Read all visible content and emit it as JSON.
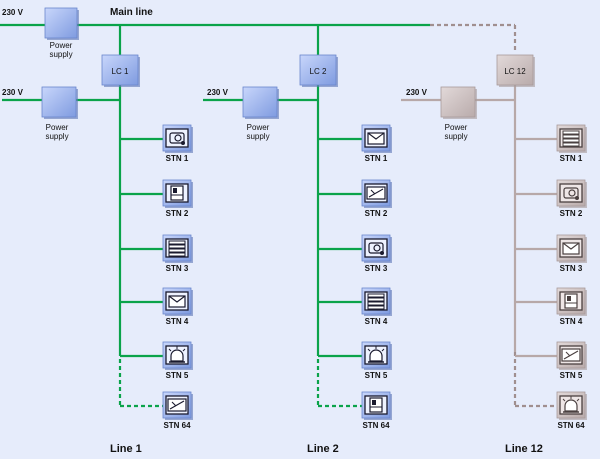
{
  "main_line_label": "Main line",
  "colors": {
    "green": "#0aa34a",
    "faded": "#b7a8a8",
    "faded_dash": "#a08f8f",
    "box": "#8ea8e6",
    "box_faded": "#c9bdbd",
    "background": "#e6ecfb"
  },
  "top_supply": {
    "voltage": "230 V",
    "label": [
      "Power",
      "supply"
    ]
  },
  "lines": [
    {
      "name": "Line 1",
      "controller": "LC 1",
      "voltage": "230 V",
      "supply_label": [
        "Power",
        "supply"
      ],
      "faded": false,
      "stations": [
        {
          "label": "STN 1",
          "icon": "camera-icon"
        },
        {
          "label": "STN 2",
          "icon": "detector-icon"
        },
        {
          "label": "STN 3",
          "icon": "stack-icon"
        },
        {
          "label": "STN 4",
          "icon": "envelope-icon"
        },
        {
          "label": "STN 5",
          "icon": "alarm-light-icon"
        },
        {
          "label": "STN 64",
          "icon": "panel-icon",
          "dashed": true
        }
      ]
    },
    {
      "name": "Line 2",
      "controller": "LC 2",
      "voltage": "230 V",
      "supply_label": [
        "Power",
        "supply"
      ],
      "faded": false,
      "stations": [
        {
          "label": "STN 1",
          "icon": "envelope-icon"
        },
        {
          "label": "STN 2",
          "icon": "panel-icon"
        },
        {
          "label": "STN 3",
          "icon": "camera-icon"
        },
        {
          "label": "STN 4",
          "icon": "stack-icon"
        },
        {
          "label": "STN 5",
          "icon": "alarm-light-icon"
        },
        {
          "label": "STN 64",
          "icon": "detector-icon",
          "dashed": true
        }
      ]
    },
    {
      "name": "Line 12",
      "controller": "LC 12",
      "voltage": "230 V",
      "supply_label": [
        "Power",
        "supply"
      ],
      "faded": true,
      "stations": [
        {
          "label": "STN 1",
          "icon": "stack-icon"
        },
        {
          "label": "STN 2",
          "icon": "camera-icon"
        },
        {
          "label": "STN 3",
          "icon": "envelope-icon"
        },
        {
          "label": "STN 4",
          "icon": "detector-icon"
        },
        {
          "label": "STN 5",
          "icon": "panel-icon"
        },
        {
          "label": "STN 64",
          "icon": "alarm-light-icon",
          "dashed": true
        }
      ]
    }
  ]
}
